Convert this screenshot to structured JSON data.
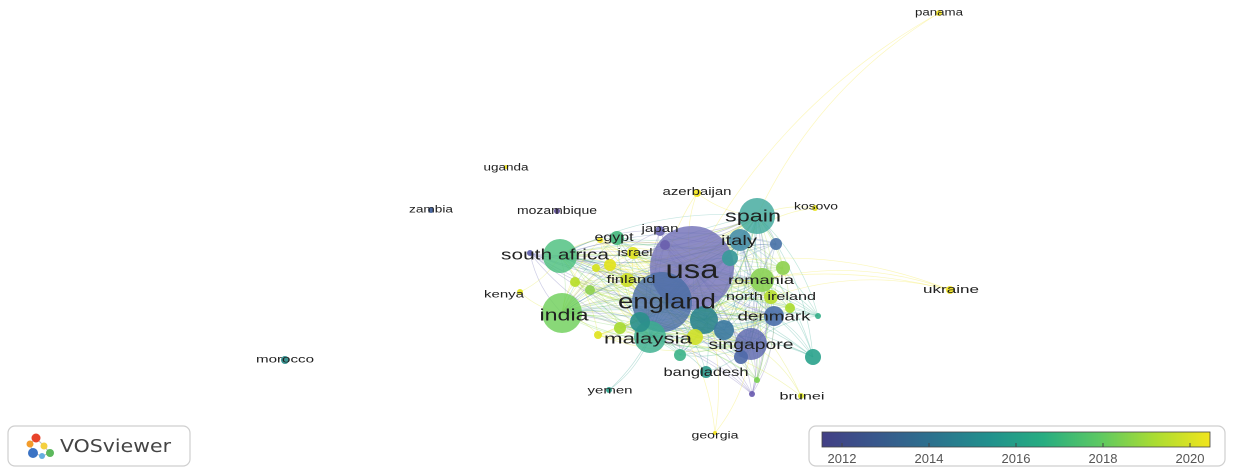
{
  "network": {
    "nodes": [
      {
        "label": "usa",
        "color": "#7372b8"
      },
      {
        "label": "england",
        "color": "#4a6ea6"
      },
      {
        "label": "spain",
        "color": "#40a89c"
      },
      {
        "label": "india",
        "color": "#6fcf5a"
      },
      {
        "label": "south africa",
        "color": "#4cc07e"
      },
      {
        "label": "malaysia",
        "color": "#3aae8d"
      },
      {
        "label": "singapore",
        "color": "#5b67ad"
      },
      {
        "label": "italy",
        "color": "#4a90a8"
      },
      {
        "label": "romania",
        "color": "#8cd257"
      },
      {
        "label": "denmark",
        "color": "#4c70aa"
      },
      {
        "label": "egypt",
        "color": "#45b87e"
      },
      {
        "label": "japan",
        "color": "#6a66b0"
      },
      {
        "label": "israel",
        "color": "#dfe321"
      },
      {
        "label": "finland",
        "color": "#cde12b"
      },
      {
        "label": "north ireland",
        "color": "#b6dd31"
      },
      {
        "label": "bangladesh",
        "color": "#2f9a8c"
      },
      {
        "label": "yemen",
        "color": "#2aa08a"
      },
      {
        "label": "brunei",
        "color": "#d8e123"
      },
      {
        "label": "georgia",
        "color": "#f1e31e"
      },
      {
        "label": "kenya",
        "color": "#dfe31f"
      },
      {
        "label": "ukraine",
        "color": "#f1e31e"
      },
      {
        "label": "kosovo",
        "color": "#e8e420"
      },
      {
        "label": "azerbaijan",
        "color": "#f3e51e"
      },
      {
        "label": "panama",
        "color": "#f5e61e"
      },
      {
        "label": "uganda",
        "color": "#f0e31e"
      },
      {
        "label": "zambia",
        "color": "#3d5c9a"
      },
      {
        "label": "mozambique",
        "color": "#5a4a90"
      },
      {
        "label": "morocco",
        "color": "#2a8c8a"
      }
    ],
    "unlabeled_nodes": [
      {
        "color": "#2ea48e"
      },
      {
        "color": "#36b08a"
      },
      {
        "color": "#4a73a8"
      },
      {
        "color": "#8fd14f"
      },
      {
        "color": "#2f868d"
      },
      {
        "color": "#2a8f8b"
      },
      {
        "color": "#e2e31d"
      },
      {
        "color": "#d4e21f"
      },
      {
        "color": "#8fd14f"
      },
      {
        "color": "#dfe31f"
      },
      {
        "color": "#a8db34"
      },
      {
        "color": "#4f6aa8"
      },
      {
        "color": "#6a5cb0"
      },
      {
        "color": "#7ad151"
      },
      {
        "color": "#cfe12a"
      },
      {
        "color": "#5a5aa8"
      },
      {
        "color": "#aadc32"
      },
      {
        "color": "#f0e41e"
      },
      {
        "color": "#6a5fae"
      },
      {
        "color": "#3a9a9a"
      },
      {
        "color": "#3d7aa0"
      },
      {
        "color": "#3fb48a"
      },
      {
        "color": "#b8de29"
      }
    ]
  },
  "legend": {
    "ticks": [
      2012,
      2014,
      2016,
      2018,
      2020
    ],
    "gradient": [
      "#423f85",
      "#38588c",
      "#2c728e",
      "#21908d",
      "#27ad81",
      "#5cc863",
      "#aadc32",
      "#f1e51d"
    ]
  },
  "logo": {
    "text": "VOSviewer"
  }
}
